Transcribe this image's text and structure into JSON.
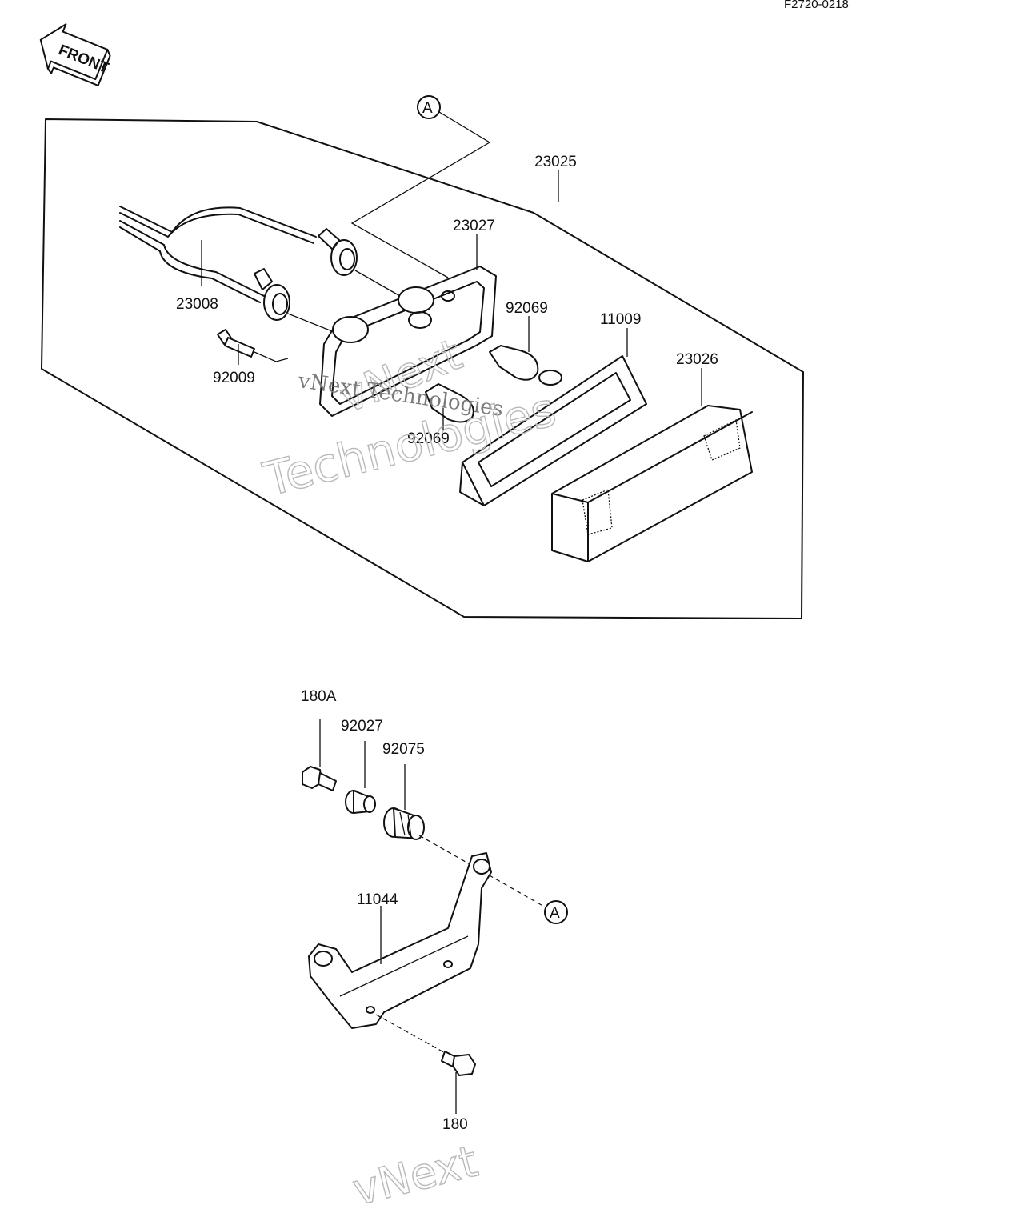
{
  "figure_code": "F2720-0218",
  "front_badge": "FRONT",
  "ref_marker": "A",
  "parts": {
    "p23025": "23025",
    "p23027": "23027",
    "p23008": "23008",
    "p92009": "92009",
    "p92069_top": "92069",
    "p92069_bottom": "92069",
    "p11009": "11009",
    "p23026": "23026",
    "p180A": "180A",
    "p92027": "92027",
    "p92075": "92075",
    "p11044": "11044",
    "p180": "180"
  },
  "watermark": {
    "line1": "vNext Technologies",
    "word1": "vNext",
    "word2": "Technologies"
  }
}
